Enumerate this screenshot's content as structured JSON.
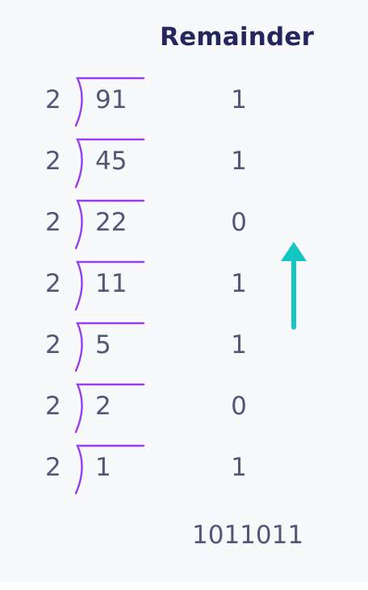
{
  "heading": "Remainder",
  "divisor": "2",
  "rows": [
    {
      "dividend": "91",
      "remainder": "1"
    },
    {
      "dividend": "45",
      "remainder": "1"
    },
    {
      "dividend": "22",
      "remainder": "0"
    },
    {
      "dividend": "11",
      "remainder": "1"
    },
    {
      "dividend": "5",
      "remainder": "1"
    },
    {
      "dividend": "2",
      "remainder": "0"
    },
    {
      "dividend": "1",
      "remainder": "1"
    }
  ],
  "result": "1011011",
  "colors": {
    "heading": "#25265e",
    "text": "#555577",
    "bracket": "#9b3cf0",
    "arrow": "#14c7c3",
    "background": "#f8f9fb"
  },
  "icons": {
    "arrow": "arrow-up-icon"
  }
}
